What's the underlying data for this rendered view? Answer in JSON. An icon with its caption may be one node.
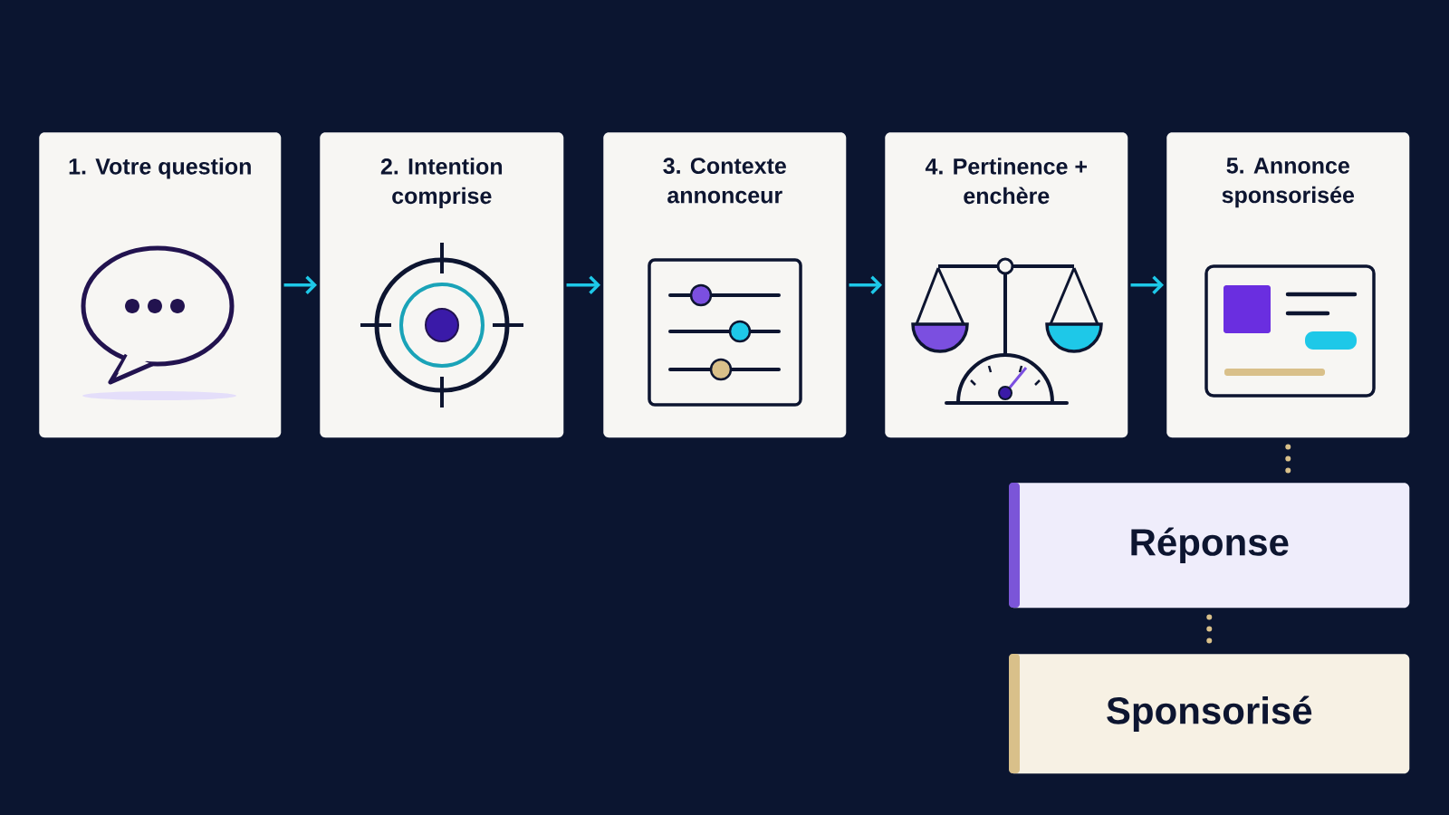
{
  "diagram": {
    "nodes": [
      {
        "text": [
          "1. Votre question"
        ]
      },
      {
        "text": [
          "2. Intention comprise"
        ]
      },
      {
        "text": [
          "3. Contexte annonceur"
        ]
      },
      {
        "text": [
          "4. Pertinence + enchère"
        ]
      },
      {
        "text": [
          "5. Annonce sponsorisée"
        ]
      },
      {
        "text": [
          "Réponse"
        ]
      },
      {
        "text": [
          "Sponsorisé"
        ]
      }
    ],
    "edges": [
      {
        "from": 0,
        "to": 1,
        "arrow": "to"
      },
      {
        "from": 1,
        "to": 2,
        "arrow": "to"
      },
      {
        "from": 2,
        "to": 3,
        "arrow": "to"
      },
      {
        "from": 3,
        "to": 4,
        "arrow": "to"
      },
      {
        "from": 4,
        "to": 5,
        "arrow": "none",
        "style": "dashed",
        "color": "#d9c08a"
      },
      {
        "from": 5,
        "to": 6,
        "arrow": "none",
        "style": "dashed",
        "color": "#d9c08a"
      }
    ]
  }
}
